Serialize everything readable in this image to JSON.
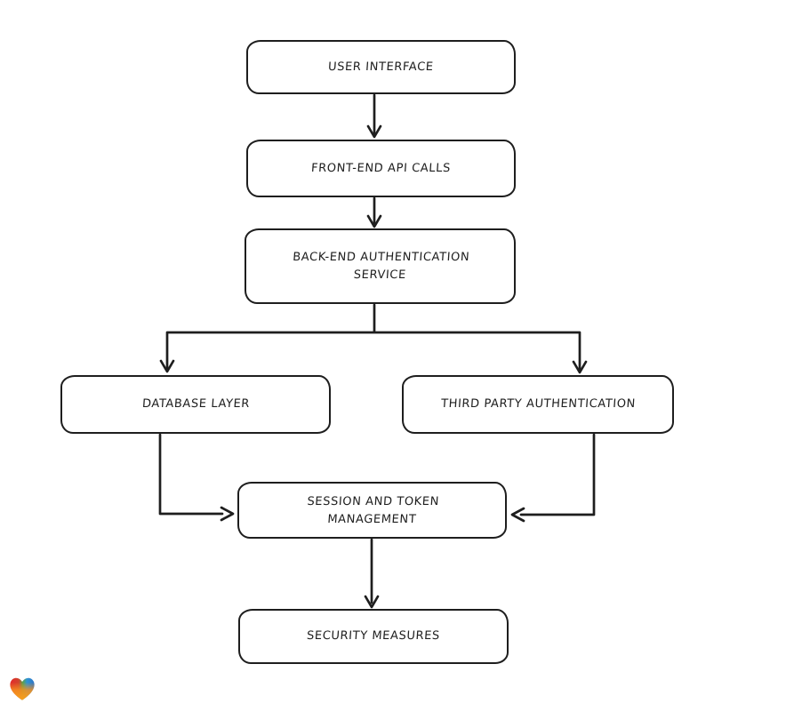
{
  "diagram": {
    "type": "flowchart",
    "nodes": [
      {
        "id": "user-interface",
        "label": "USER INTERFACE"
      },
      {
        "id": "front-end-api-calls",
        "label": "FRONT-END API CALLS"
      },
      {
        "id": "back-end-authentication-service",
        "label": "BACK-END AUTHENTICATION SERVICE"
      },
      {
        "id": "database-layer",
        "label": "DATABASE LAYER"
      },
      {
        "id": "third-party-authentication",
        "label": "THIRD PARTY AUTHENTICATION"
      },
      {
        "id": "session-and-token-management",
        "label": "SESSION AND TOKEN MANAGEMENT"
      },
      {
        "id": "security-measures",
        "label": "SECURITY MEASURES"
      }
    ],
    "edges": [
      {
        "from": "user-interface",
        "to": "front-end-api-calls",
        "arrow": "down"
      },
      {
        "from": "front-end-api-calls",
        "to": "back-end-authentication-service",
        "arrow": "down"
      },
      {
        "from": "back-end-authentication-service",
        "to": "database-layer",
        "arrow": "down"
      },
      {
        "from": "back-end-authentication-service",
        "to": "third-party-authentication",
        "arrow": "down"
      },
      {
        "from": "database-layer",
        "to": "session-and-token-management",
        "arrow": "right"
      },
      {
        "from": "third-party-authentication",
        "to": "session-and-token-management",
        "arrow": "left"
      },
      {
        "from": "session-and-token-management",
        "to": "security-measures",
        "arrow": "down"
      }
    ],
    "style": {
      "stroke_color": "#1e1e1e",
      "node_fill": "#ffffff",
      "background": "#ffffff"
    }
  },
  "branding": {
    "watermark": "gradient-heart-logo",
    "watermark_colors": [
      "#e42a2a",
      "#5aa34a",
      "#2e93d4",
      "#f6921e"
    ]
  }
}
